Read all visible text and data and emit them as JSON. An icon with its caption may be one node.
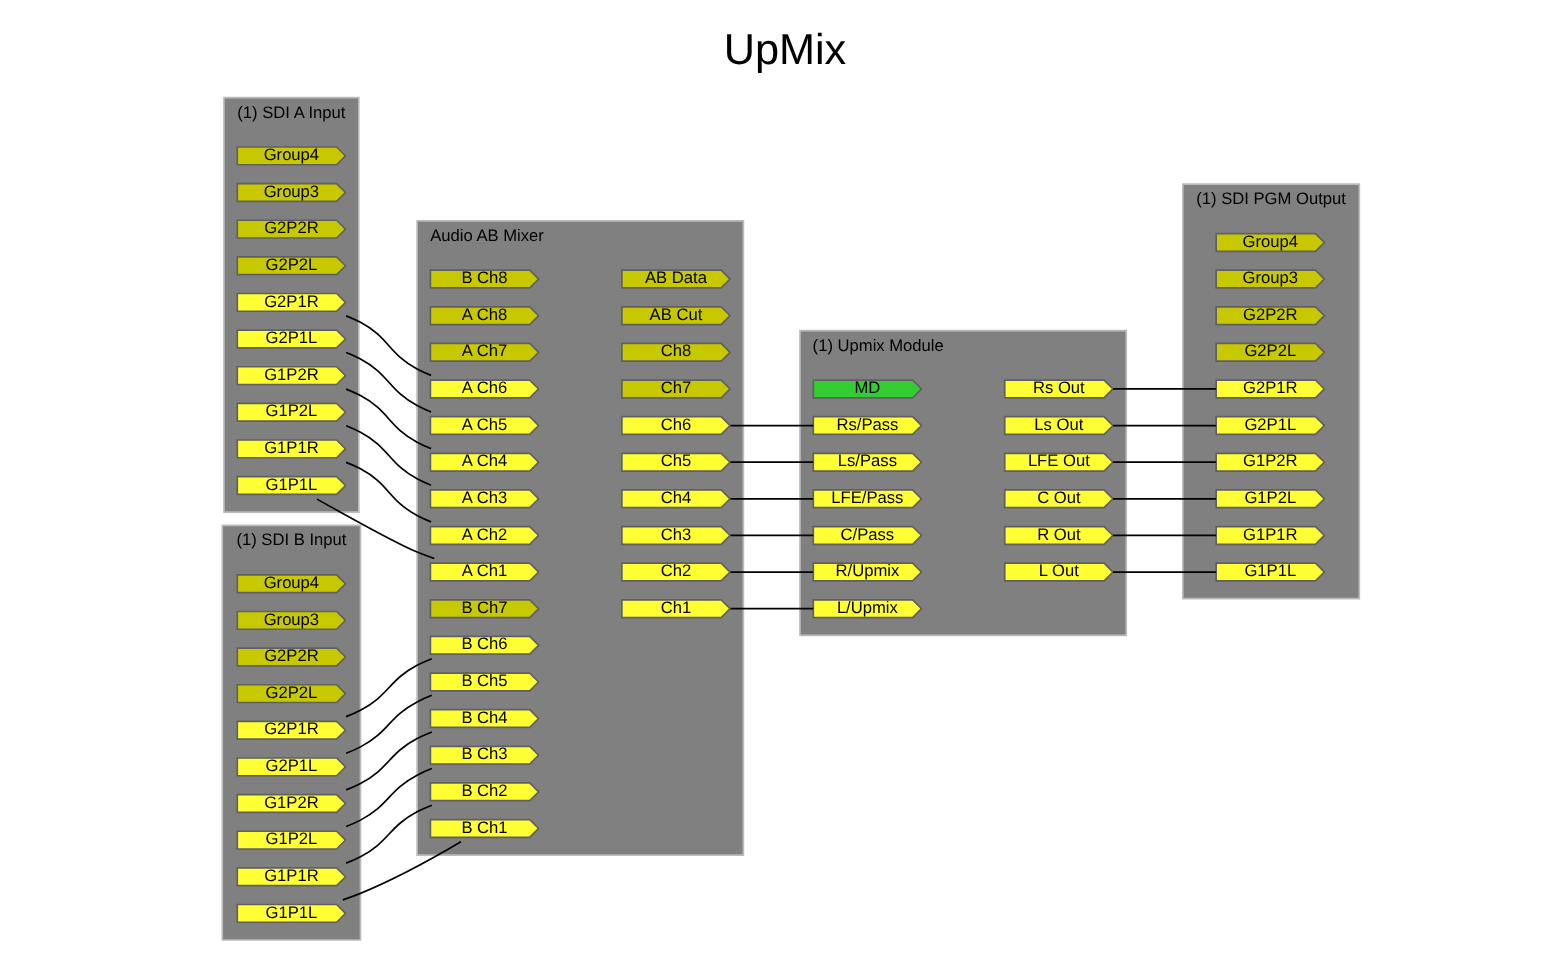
{
  "diagram": {
    "title": "UpMix",
    "nodes": [
      {
        "text": [
          "(1) SDI A Input"
        ]
      },
      {
        "text": [
          "G1P1L"
        ],
        "in": 0
      },
      {
        "text": [
          "G1P1R"
        ],
        "in": 0
      },
      {
        "text": [
          "G1P2L"
        ],
        "in": 0
      },
      {
        "text": [
          "G1P2R"
        ],
        "in": 0
      },
      {
        "text": [
          "G2P1L"
        ],
        "in": 0
      },
      {
        "text": [
          "G2P1R"
        ],
        "in": 0
      },
      {
        "text": [
          "G2P2L"
        ],
        "in": 0
      },
      {
        "text": [
          "G2P2R"
        ],
        "in": 0
      },
      {
        "text": [
          "Group3"
        ],
        "in": 0
      },
      {
        "text": [
          "Group4"
        ],
        "in": 0
      },
      {
        "text": [
          "(1) SDI B Input"
        ]
      },
      {
        "text": [
          "G1P1L"
        ],
        "in": 11
      },
      {
        "text": [
          "G1P1R"
        ],
        "in": 11
      },
      {
        "text": [
          "G1P2L"
        ],
        "in": 11
      },
      {
        "text": [
          "G1P2R"
        ],
        "in": 11
      },
      {
        "text": [
          "G2P1L"
        ],
        "in": 11
      },
      {
        "text": [
          "G2P1R"
        ],
        "in": 11
      },
      {
        "text": [
          "G2P2L"
        ],
        "in": 11
      },
      {
        "text": [
          "G2P2R"
        ],
        "in": 11
      },
      {
        "text": [
          "Group3"
        ],
        "in": 11
      },
      {
        "text": [
          "Group4"
        ],
        "in": 11
      },
      {
        "text": [
          "Audio AB Mixer"
        ]
      },
      {
        "text": [
          "A Ch1"
        ],
        "in": 22
      },
      {
        "text": [
          "A Ch2"
        ],
        "in": 22
      },
      {
        "text": [
          "A Ch3"
        ],
        "in": 22
      },
      {
        "text": [
          "A Ch4"
        ],
        "in": 22
      },
      {
        "text": [
          "A Ch5"
        ],
        "in": 22
      },
      {
        "text": [
          "A Ch6"
        ],
        "in": 22
      },
      {
        "text": [
          "A Ch7"
        ],
        "in": 22
      },
      {
        "text": [
          "A Ch8"
        ],
        "in": 22
      },
      {
        "text": [
          "B Ch1"
        ],
        "in": 22
      },
      {
        "text": [
          "B Ch2"
        ],
        "in": 22
      },
      {
        "text": [
          "B Ch3"
        ],
        "in": 22
      },
      {
        "text": [
          "B Ch4"
        ],
        "in": 22
      },
      {
        "text": [
          "B Ch5"
        ],
        "in": 22
      },
      {
        "text": [
          "B Ch6"
        ],
        "in": 22
      },
      {
        "text": [
          "B Ch7"
        ],
        "in": 22
      },
      {
        "text": [
          "B Ch8"
        ],
        "in": 22
      },
      {
        "text": [
          "Ch1"
        ],
        "in": 22
      },
      {
        "text": [
          "Ch2"
        ],
        "in": 22
      },
      {
        "text": [
          "Ch3"
        ],
        "in": 22
      },
      {
        "text": [
          "Ch4"
        ],
        "in": 22
      },
      {
        "text": [
          "Ch5"
        ],
        "in": 22
      },
      {
        "text": [
          "Ch6"
        ],
        "in": 22
      },
      {
        "text": [
          "Ch7"
        ],
        "in": 22
      },
      {
        "text": [
          "Ch8"
        ],
        "in": 22
      },
      {
        "text": [
          "AB Cut"
        ],
        "in": 22
      },
      {
        "text": [
          "AB Data"
        ],
        "in": 22
      },
      {
        "text": [
          "(1) Upmix Module"
        ]
      },
      {
        "text": [
          "L/Upmix"
        ],
        "in": 49
      },
      {
        "text": [
          "R/Upmix"
        ],
        "in": 49
      },
      {
        "text": [
          "C/Pass"
        ],
        "in": 49
      },
      {
        "text": [
          "LFE/Pass"
        ],
        "in": 49
      },
      {
        "text": [
          "Ls/Pass"
        ],
        "in": 49
      },
      {
        "text": [
          "Rs/Pass"
        ],
        "in": 49
      },
      {
        "text": [
          "MD"
        ],
        "in": 49
      },
      {
        "text": [
          "L Out"
        ],
        "in": 49
      },
      {
        "text": [
          "R Out"
        ],
        "in": 49
      },
      {
        "text": [
          "C Out"
        ],
        "in": 49
      },
      {
        "text": [
          "LFE Out"
        ],
        "in": 49
      },
      {
        "text": [
          "Ls Out"
        ],
        "in": 49
      },
      {
        "text": [
          "Rs Out"
        ],
        "in": 49
      },
      {
        "text": [
          "(1) SDI PGM Output"
        ]
      },
      {
        "text": [
          "G1P1L"
        ],
        "in": 63
      },
      {
        "text": [
          "G1P1R"
        ],
        "in": 63
      },
      {
        "text": [
          "G1P2L"
        ],
        "in": 63
      },
      {
        "text": [
          "G1P2R"
        ],
        "in": 63
      },
      {
        "text": [
          "G2P1L"
        ],
        "in": 63
      },
      {
        "text": [
          "G2P1R"
        ],
        "in": 63
      },
      {
        "text": [
          "G2P2L"
        ],
        "in": 63
      },
      {
        "text": [
          "G2P2R"
        ],
        "in": 63
      },
      {
        "text": [
          "Group3"
        ],
        "in": 63
      },
      {
        "text": [
          "Group4"
        ],
        "in": 63
      }
    ],
    "edges": [
      {
        "from": 1,
        "to": 23,
        "arrow": "none"
      },
      {
        "from": 2,
        "to": 24,
        "arrow": "none"
      },
      {
        "from": 3,
        "to": 25,
        "arrow": "none"
      },
      {
        "from": 4,
        "to": 26,
        "arrow": "none"
      },
      {
        "from": 5,
        "to": 27,
        "arrow": "none"
      },
      {
        "from": 6,
        "to": 28,
        "arrow": "none"
      },
      {
        "from": 12,
        "to": 31,
        "arrow": "none"
      },
      {
        "from": 13,
        "to": 32,
        "arrow": "none"
      },
      {
        "from": 14,
        "to": 33,
        "arrow": "none"
      },
      {
        "from": 15,
        "to": 34,
        "arrow": "none"
      },
      {
        "from": 16,
        "to": 35,
        "arrow": "none"
      },
      {
        "from": 17,
        "to": 36,
        "arrow": "none"
      },
      {
        "from": 39,
        "to": 50,
        "arrow": "none"
      },
      {
        "from": 40,
        "to": 51,
        "arrow": "none"
      },
      {
        "from": 41,
        "to": 52,
        "arrow": "none"
      },
      {
        "from": 42,
        "to": 53,
        "arrow": "none"
      },
      {
        "from": 43,
        "to": 54,
        "arrow": "none"
      },
      {
        "from": 44,
        "to": 55,
        "arrow": "none"
      },
      {
        "from": 57,
        "to": 64,
        "arrow": "none"
      },
      {
        "from": 58,
        "to": 65,
        "arrow": "none"
      },
      {
        "from": 59,
        "to": 66,
        "arrow": "none"
      },
      {
        "from": 60,
        "to": 67,
        "arrow": "none"
      },
      {
        "from": 61,
        "to": 68,
        "arrow": "none"
      },
      {
        "from": 62,
        "to": 69,
        "arrow": "none"
      }
    ]
  }
}
